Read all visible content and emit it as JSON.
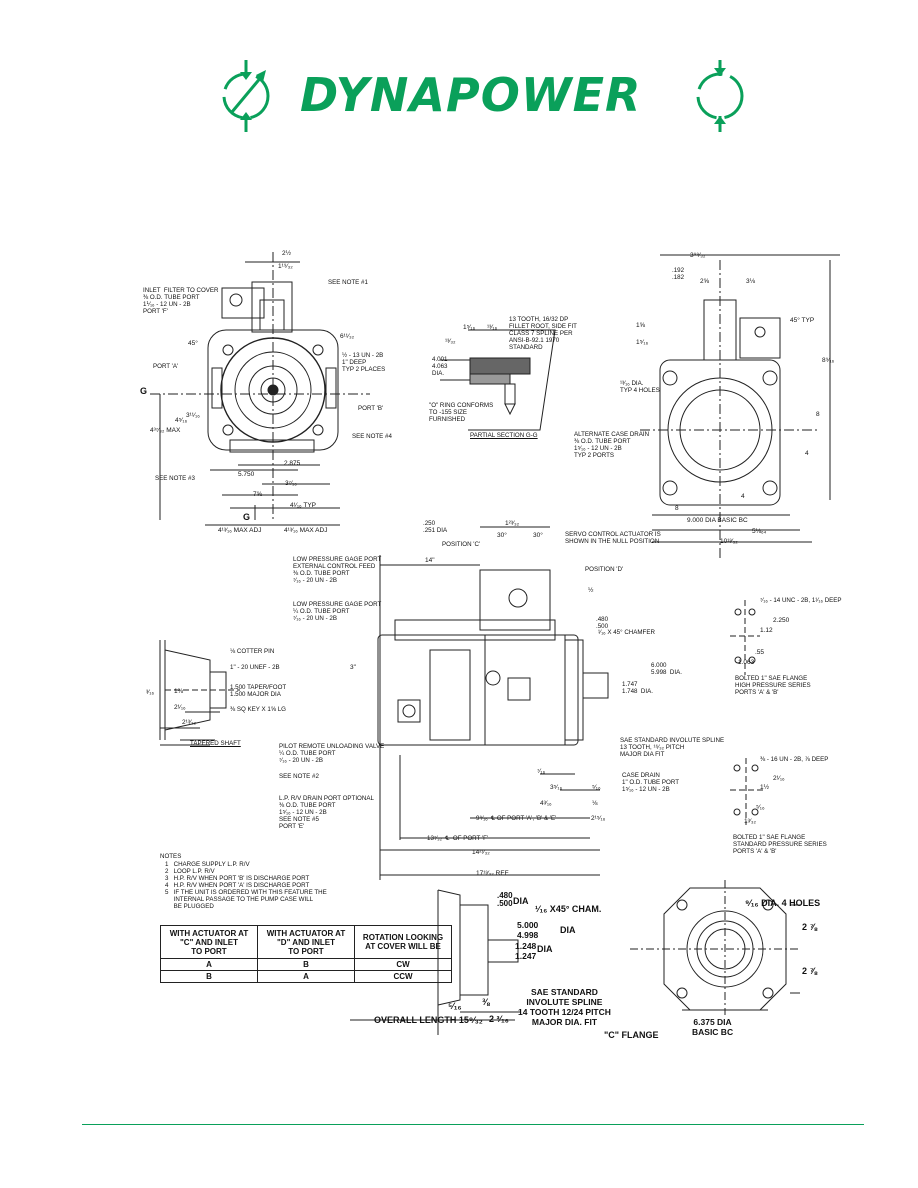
{
  "brand": {
    "name": "DYNAPOWER",
    "color": "#0aa05a"
  },
  "icons": [
    "rotation-arrow-left-icon",
    "rotation-arrow-right-icon"
  ],
  "front_view": {
    "labels": {
      "inlet_filter": "INLET  FILTER TO COVER\n⅜ O.D. TUBE PORT\n1⅟₁₆ - 12 UN - 2B\nPORT 'F'",
      "see_note_1": "SEE NOTE #1",
      "angle_45": "45°",
      "port_a": "PORT 'A'",
      "tap_13un": "½ - 13 UN - 2B\n1\" DEEP\nTYP 2 PLACES",
      "port_b": "PORT 'B'",
      "g_left": "G",
      "g_bottom": "G",
      "see_note_4": "SEE NOTE #4",
      "see_note_3": "SEE NOTE #3",
      "max_5_32": "4³⁷⁄₃₂ MAX",
      "dim_3_11": "3¹¹⁄₁₆",
      "dim_4_5": "4⁵⁄₁₆",
      "dim_2_5": "2½",
      "dim_1_9": "1¹⁹⁄₃₂",
      "dim_6_11": "6¹¹⁄₃₂",
      "dim_2875": "2.875",
      "dim_5750": "5.750",
      "dim_3_7": "3⁷⁄₁₆",
      "dim_7_5": "7⅝",
      "dim_4_1_typ": "4¹⁄₁₆ TYP",
      "max_adj_left": "4¹³⁄₁₆ MAX ADJ",
      "max_adj_right": "4¹³⁄₁₆ MAX ADJ"
    }
  },
  "section_view": {
    "labels": {
      "spline_note": "13 TOOTH, 16/32 DP\nFILLET ROOT, SIDE FIT\nCLASS 7 SPLINE PER\nANSI-B-92.1 1970\nSTANDARD",
      "dia_4001": "4.001\n4.063\nDIA.",
      "o_ring": "\"O\" RING CONFORMS\nTO -155 SIZE\nFURNISHED",
      "title": "PARTIAL SECTION G-G",
      "dim_1_16": "1⁵⁄₁₆",
      "dim_13_16": "¹³⁄₁₆",
      "dim_1_32": "¹³⁄₃₂"
    }
  },
  "side_view": {
    "labels": {
      "dim_3_32": "3⁹⁹⁄₃₂",
      "dim_192": ".192\n.182",
      "dim_2_8": "2⅝",
      "dim_3_4": "3⅛",
      "angle_45_typ": "45° TYP",
      "dim_1_5": "1⅝",
      "dim_1_16b": "1⁵⁄₁₆",
      "dim_8_4": "8⁹⁄₁₆",
      "holes": "¹³⁄₁₆ DIA.\nTYP 4 HOLES",
      "dim_8": "8",
      "dim_4": "4",
      "case_drain": "ALTERNATE CASE DRAIN\n⅜ O.D. TUBE PORT\n1⁵⁄₁₆ - 12 UN - 2B\nTYP 2 PORTS",
      "dim_8_bottom": "8",
      "dim_4_bottom": "4",
      "basic_bc": "9.000 DIA BASIC BC",
      "dim_5_64": "5⅛₆₄",
      "dim_10_32": "10¹³⁄₃₂"
    }
  },
  "main_view": {
    "labels": {
      "dia_250": ".250\n.251 DIA",
      "dim_1_32": "1²³⁄₃₂",
      "position_c": "POSITION 'C'",
      "angle_30_left": "30°",
      "angle_30_right": "30°",
      "servo": "SERVO CONTROL ACTUATOR IS\nSHOWN IN THE NULL POSITION",
      "position_d": "POSITION 'D'",
      "dim_14": "14\"",
      "low_pressure_1": "LOW PRESSURE GAGE PORT\nEXTERNAL CONTROL FEED\n⅜ O.D. TUBE PORT\n⁷⁄₁₆ - 20 UN - 2B",
      "low_pressure_2": "LOW PRESSURE GAGE PORT\n¼ O.D. TUBE PORT\n⁷⁄₁₆ - 20 UN - 2B",
      "dim_half": "½",
      "dim_480": ".480\n.500",
      "chamfer": "¹⁄₁₆ X 45° CHAMFER",
      "dim_3in": "3\"",
      "dia_6000": "6.000\n5.998  DIA.",
      "dia_1747": "1.747\n1.748  DIA.",
      "sae_spline": "SAE STANDARD INVOLUTE SPLINE\n13 TOOTH, ¹⁶⁄₃₂ PITCH\nMAJOR DIA FIT",
      "pilot": "PILOT REMOTE UNLOADING VALVE\n¼ O.D. TUBE PORT\n⁷⁄₁₆ - 20 UN - 2B",
      "see_note_2": "SEE NOTE #2",
      "case_drain": "CASE DRAIN\n1\" O.D. TUBE PORT\n1⁵⁄₁₆ - 12 UN - 2B",
      "lp_drain": "L.P. R/V DRAIN PORT OPTIONAL\n⅜ O.D. TUBE PORT\n1⁵⁄₁₆ - 12 UN - 2B\nSEE NOTE #5\nPORT 'E'",
      "dim_7_16": "⁷⁄₁₆",
      "dim_3_5": "3⁵⁄₁₆",
      "dim_5_16": "⁵⁄₁₆",
      "dim_4_3": "4³⁄₁₆",
      "dim_1_8": "⅛",
      "port_abe": "9⁹⁄₁₆  ℄ OF PORT 'A', 'B' & 'E'",
      "dim_2_15": "2¹⁵⁄₁₆",
      "port_f": "13⁷⁄₃₂  ℄  OF PORT 'F'",
      "dim_14_32": "14²¹⁄₃₂",
      "ref": "17¹³⁄₃₂ REF"
    }
  },
  "tapered_shaft": {
    "labels": {
      "cotter": "⅛ COTTER PIN",
      "thread": "1\" - 20 UNEF - 2B",
      "taper": "1.500 TAPER/FOOT\n1.500 MAJOR DIA",
      "key": "⅜ SQ KEY X 1⅝ LG",
      "dim_3_16": "³⁄₁₆",
      "dim_1_3": "1⅜",
      "dim_2_16": "2¹⁄₁₆",
      "dim_2_32": "2¹³⁄₃₂",
      "title": "TAPERED SHAFT"
    }
  },
  "hp_flange": {
    "labels": {
      "thread": "⁷⁄₁₆ - 14 UNC - 2B, 1¹⁄₁₆ DEEP",
      "dim_2250": "2.250",
      "dim_112": "1.12",
      "dim_55": ".55",
      "dim_1063": "1.063",
      "title": "BOLTED 1\" SAE FLANGE\nHIGH PRESSURE SERIES\nPORTS 'A' & 'B'"
    }
  },
  "sp_flange": {
    "labels": {
      "thread": "⅜ - 16 UN - 2B, ⅞ DEEP",
      "dim_2_1": "2¹⁄₁₆",
      "dim_1_2": "1½",
      "dim_1_32": "1³⁄₃₂",
      "dim_5_16": "⁵⁄₁₆",
      "title": "BOLTED 1\" SAE FLANGE\nSTANDARD PRESSURE SERIES\nPORTS 'A' & 'B'"
    }
  },
  "notes": {
    "heading": "NOTES",
    "items": [
      "1   CHARGE SUPPLY L.P. R/V",
      "2   LOOP L.P. R/V",
      "3   H.P. R/V WHEN PORT 'B' IS DISCHARGE PORT",
      "4   H.P. R/V WHEN PORT 'A' IS DISCHARGE PORT",
      "5   IF THE UNIT IS ORDERED WITH THIS FEATURE THE\n     INTERNAL PASSAGE TO THE PUMP CASE WILL\n     BE PLUGGED"
    ]
  },
  "rotation_table": {
    "headers": [
      "WITH ACTUATOR AT\n\"C\" AND INLET\nTO PORT",
      "WITH ACTUATOR AT\n\"D\" AND INLET\nTO PORT",
      "ROTATION LOOKING\nAT COVER WILL BE"
    ],
    "rows": [
      [
        "A",
        "B",
        "CW"
      ],
      [
        "B",
        "A",
        "CCW"
      ]
    ]
  },
  "c_flange_side": {
    "labels": {
      "dim_480": ".480\n.500",
      "dia": "DIA",
      "chamfer": "¹⁄₁₆ X45° CHAM.",
      "dia_5000": "5.000\n4.998",
      "dia_label": "DIA",
      "dia_1248": "1.248\n1.247",
      "dia_label2": "DIA",
      "sae": "SAE STANDARD\nINVOLUTE SPLINE\n14 TOOTH 12/24 PITCH\nMAJOR DIA. FIT",
      "dim_5_16": "⁵⁄₁₆",
      "dim_3_8": "⅜",
      "dim_2_3": "2 ³⁄₁₆",
      "overall": "OVERALL LENGTH 15⁹⁄₃₂"
    }
  },
  "c_flange_front": {
    "labels": {
      "holes": "⁹⁄₁₆ DIA. 4 HOLES",
      "dim_2_7a": "2 ⅞",
      "dim_2_7b": "2 ⅞",
      "bc": "6.375 DIA\nBASIC BC",
      "title": "\"C\" FLANGE"
    }
  }
}
